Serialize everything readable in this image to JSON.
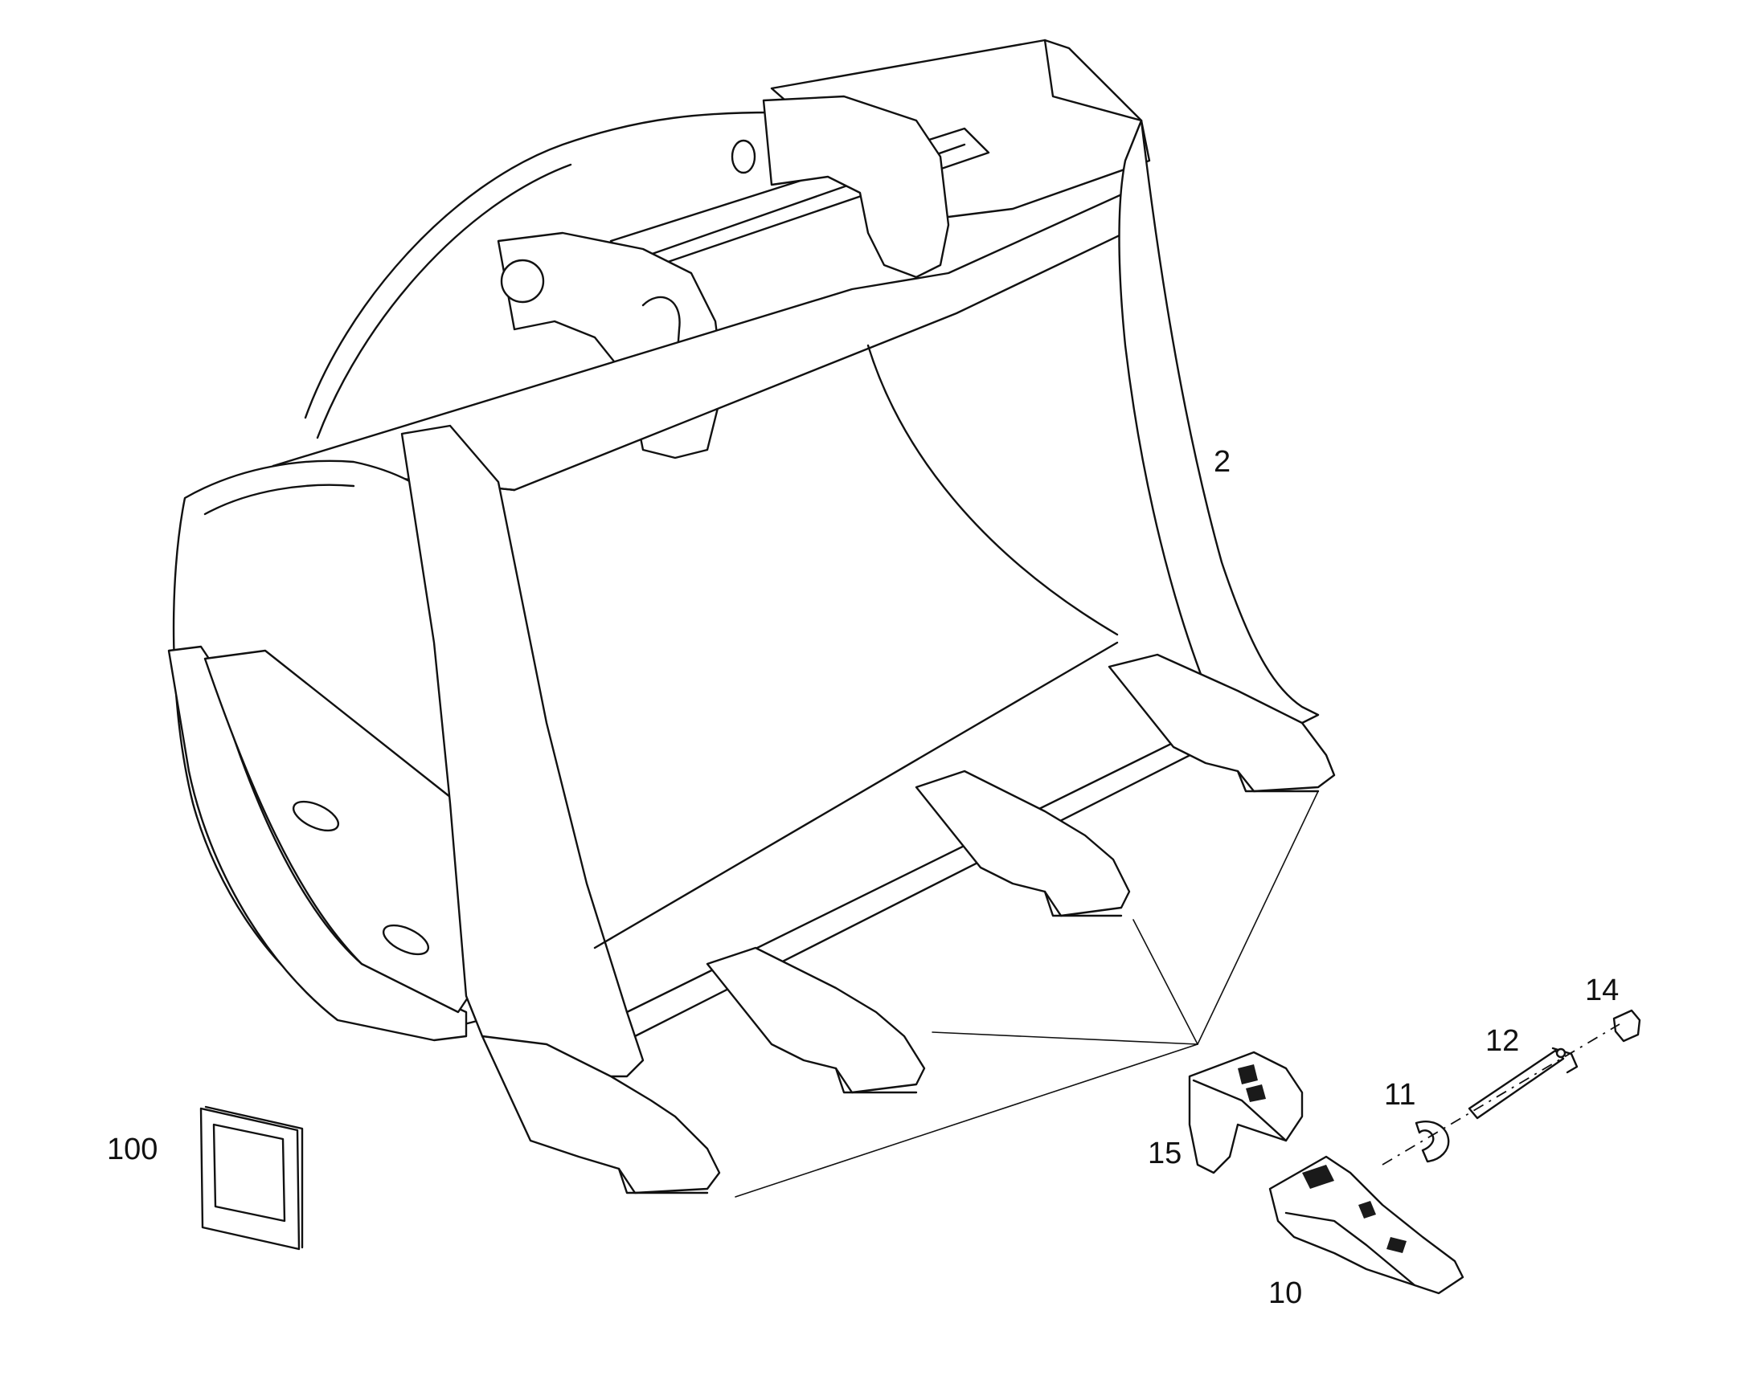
{
  "callouts": [
    {
      "id": "bucket",
      "label": "2"
    },
    {
      "id": "tooth",
      "label": "10"
    },
    {
      "id": "retainer",
      "label": "11"
    },
    {
      "id": "pin",
      "label": "12"
    },
    {
      "id": "washer",
      "label": "14"
    },
    {
      "id": "cap",
      "label": "15"
    },
    {
      "id": "plate",
      "label": "100"
    }
  ]
}
